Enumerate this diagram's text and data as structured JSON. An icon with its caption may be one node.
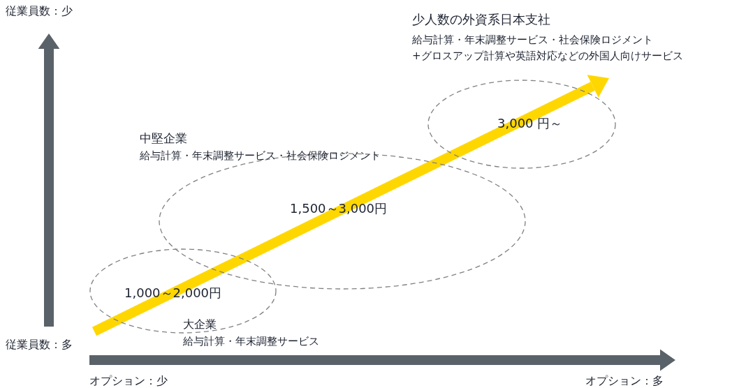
{
  "diagram": {
    "nodes": [
      {
        "text": [
          "1,000～2,000円",
          "大企業",
          "給与計算・年末調整サービス"
        ]
      },
      {
        "text": [
          "中堅企業",
          "給与計算・年末調整サービス・社会保険ロジメント",
          "1,500～3,000円"
        ]
      },
      {
        "text": [
          "少人数の外資系日本支社",
          "給与計算・年末調整サービス・社会保険ロジメント +グロスアップ計算や英語対応などの外国人向けサービス",
          "3,000 円～"
        ]
      }
    ],
    "edges": [],
    "labels": [
      "従業員数：少",
      "従業員数：多",
      "オプション：少",
      "オプション：多"
    ]
  }
}
